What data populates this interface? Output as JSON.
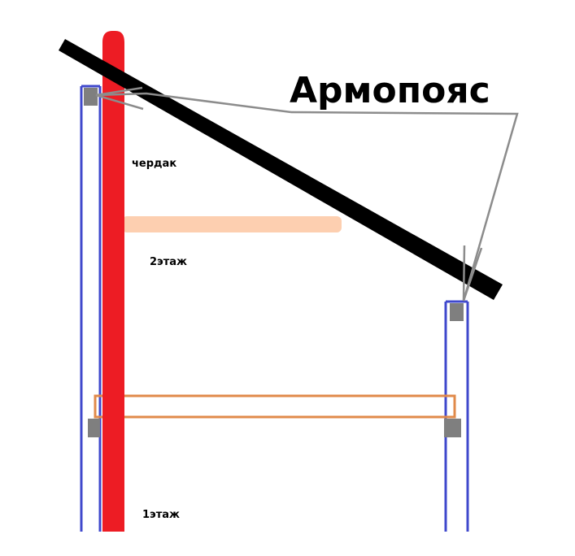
{
  "title": "Армопояс",
  "floors": {
    "attic": "чердак",
    "second": "2этаж",
    "first": "1этаж"
  },
  "colors": {
    "chimney": "#ed1c24",
    "roof": "#000000",
    "wall": "#3f48cc",
    "armopoyas": "#7f7f7f",
    "beam_floor": "#e08a4a",
    "ceiling": "#fdcfb0",
    "arrow": "#8c8c8c"
  }
}
